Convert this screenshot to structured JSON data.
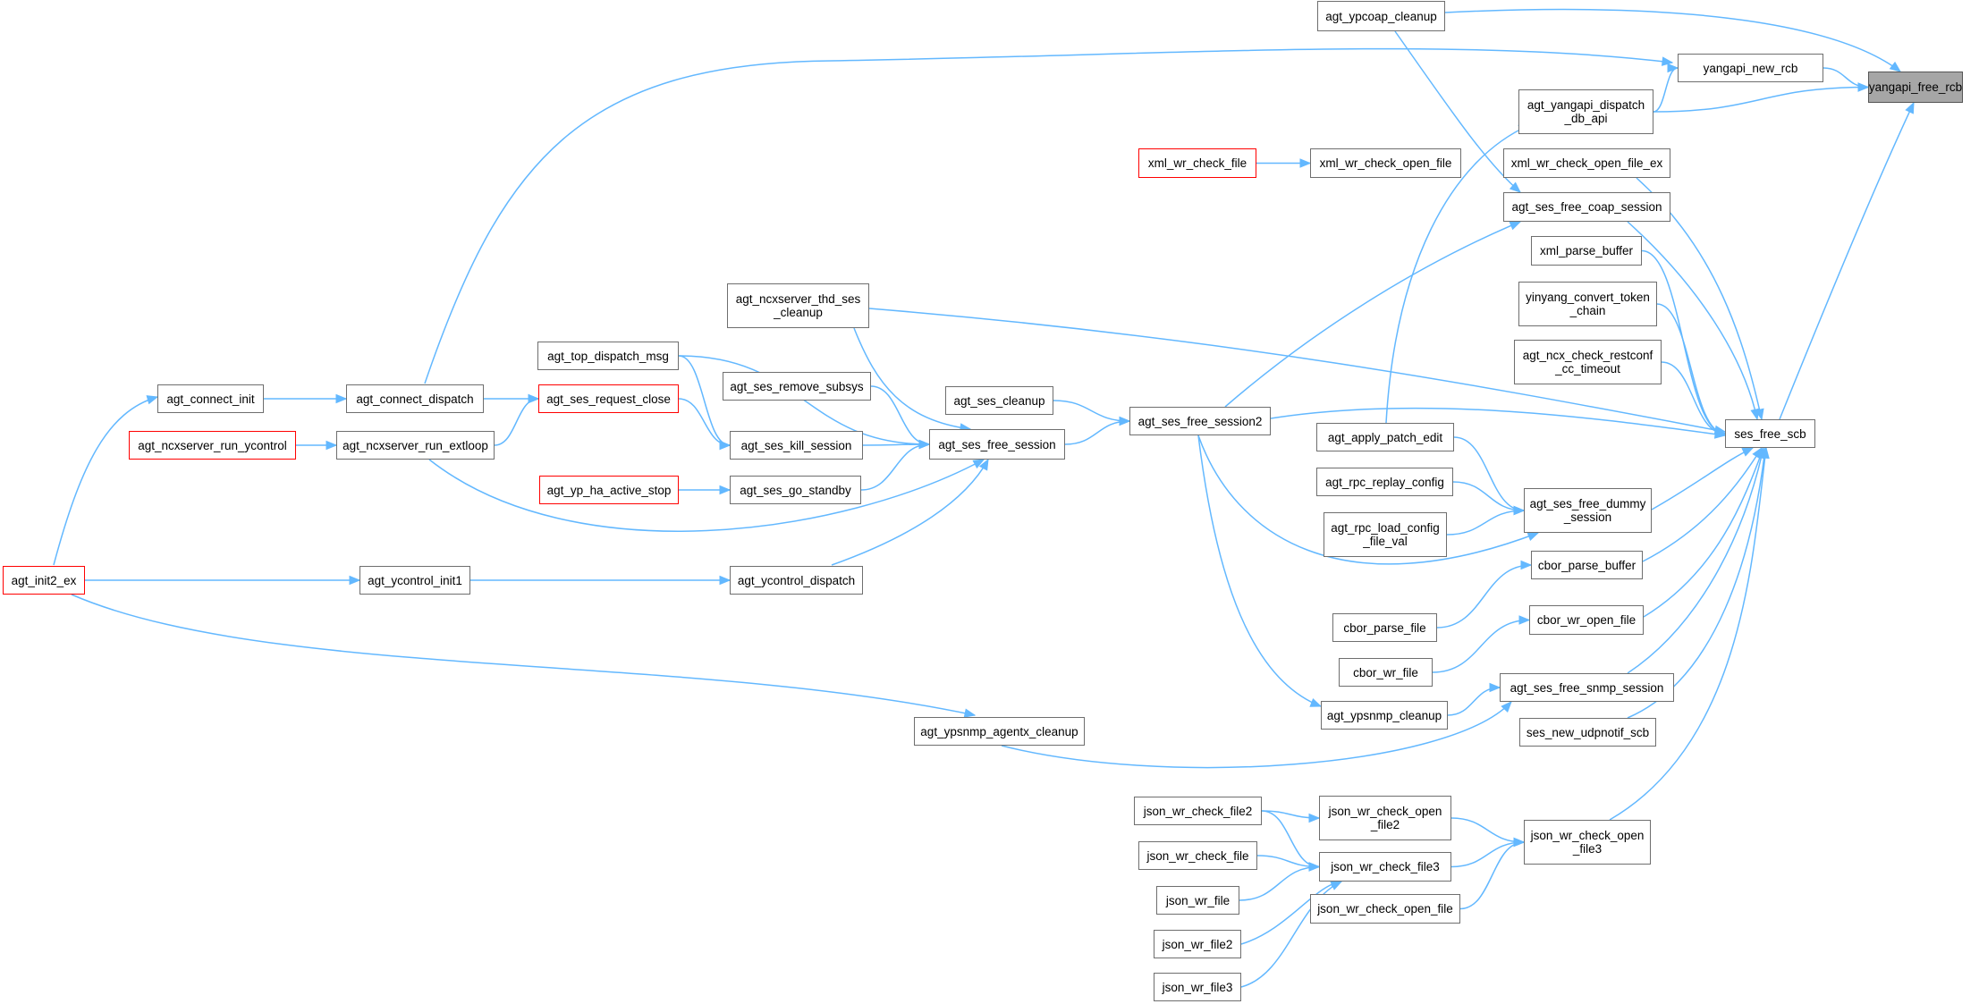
{
  "graph": {
    "colors": {
      "edge": "#63b8ff",
      "node_border": "#6e6e6e",
      "truncated_border": "#ff0000",
      "root_fill": "#a6a6a6"
    },
    "nodes": [
      {
        "id": "yangapi_free_rcb",
        "label": "yangapi_free_rcb",
        "style": "root"
      },
      {
        "id": "yangapi_new_rcb",
        "label": "yangapi_new_rcb",
        "style": "normal"
      },
      {
        "id": "agt_ypcoap_cleanup",
        "label": "agt_ypcoap_cleanup",
        "style": "normal"
      },
      {
        "id": "agt_yangapi_dispatch_db_api",
        "label": "agt_yangapi_dispatch\n_db_api",
        "style": "normal"
      },
      {
        "id": "xml_wr_check_file",
        "label": "xml_wr_check_file",
        "style": "truncated"
      },
      {
        "id": "xml_wr_check_open_file",
        "label": "xml_wr_check_open_file",
        "style": "normal"
      },
      {
        "id": "xml_wr_check_open_file_ex",
        "label": "xml_wr_check_open_file_ex",
        "style": "normal"
      },
      {
        "id": "agt_ses_free_coap_session",
        "label": "agt_ses_free_coap_session",
        "style": "normal"
      },
      {
        "id": "xml_parse_buffer",
        "label": "xml_parse_buffer",
        "style": "normal"
      },
      {
        "id": "yinyang_convert_token_chain",
        "label": "yinyang_convert_token\n_chain",
        "style": "normal"
      },
      {
        "id": "agt_ncx_check_restconf_cc_timeout",
        "label": "agt_ncx_check_restconf\n_cc_timeout",
        "style": "normal"
      },
      {
        "id": "ses_free_scb",
        "label": "ses_free_scb",
        "style": "normal"
      },
      {
        "id": "agt_ncxserver_thd_ses_cleanup",
        "label": "agt_ncxserver_thd_ses\n_cleanup",
        "style": "normal"
      },
      {
        "id": "agt_top_dispatch_msg",
        "label": "agt_top_dispatch_msg",
        "style": "normal"
      },
      {
        "id": "agt_ses_remove_subsys",
        "label": "agt_ses_remove_subsys",
        "style": "normal"
      },
      {
        "id": "agt_connect_init",
        "label": "agt_connect_init",
        "style": "normal"
      },
      {
        "id": "agt_connect_dispatch",
        "label": "agt_connect_dispatch",
        "style": "normal"
      },
      {
        "id": "agt_ses_request_close",
        "label": "agt_ses_request_close",
        "style": "truncated"
      },
      {
        "id": "agt_ses_cleanup",
        "label": "agt_ses_cleanup",
        "style": "normal"
      },
      {
        "id": "agt_ses_free_session2",
        "label": "agt_ses_free_session2",
        "style": "normal"
      },
      {
        "id": "agt_ncxserver_run_ycontrol",
        "label": "agt_ncxserver_run_ycontrol",
        "style": "truncated"
      },
      {
        "id": "agt_ncxserver_run_extloop",
        "label": "agt_ncxserver_run_extloop",
        "style": "normal"
      },
      {
        "id": "agt_ses_kill_session",
        "label": "agt_ses_kill_session",
        "style": "normal"
      },
      {
        "id": "agt_ses_free_session",
        "label": "agt_ses_free_session",
        "style": "normal"
      },
      {
        "id": "agt_apply_patch_edit",
        "label": "agt_apply_patch_edit",
        "style": "normal"
      },
      {
        "id": "agt_yp_ha_active_stop",
        "label": "agt_yp_ha_active_stop",
        "style": "truncated"
      },
      {
        "id": "agt_ses_go_standby",
        "label": "agt_ses_go_standby",
        "style": "normal"
      },
      {
        "id": "agt_rpc_replay_config",
        "label": "agt_rpc_replay_config",
        "style": "normal"
      },
      {
        "id": "agt_ses_free_dummy_session",
        "label": "agt_ses_free_dummy\n_session",
        "style": "normal"
      },
      {
        "id": "agt_rpc_load_config_file_val",
        "label": "agt_rpc_load_config\n_file_val",
        "style": "normal"
      },
      {
        "id": "agt_init2_ex",
        "label": "agt_init2_ex",
        "style": "truncated"
      },
      {
        "id": "agt_ycontrol_init1",
        "label": "agt_ycontrol_init1",
        "style": "normal"
      },
      {
        "id": "agt_ycontrol_dispatch",
        "label": "agt_ycontrol_dispatch",
        "style": "normal"
      },
      {
        "id": "cbor_parse_buffer",
        "label": "cbor_parse_buffer",
        "style": "normal"
      },
      {
        "id": "cbor_parse_file",
        "label": "cbor_parse_file",
        "style": "normal"
      },
      {
        "id": "cbor_wr_open_file",
        "label": "cbor_wr_open_file",
        "style": "normal"
      },
      {
        "id": "cbor_wr_file",
        "label": "cbor_wr_file",
        "style": "normal"
      },
      {
        "id": "agt_ses_free_snmp_session",
        "label": "agt_ses_free_snmp_session",
        "style": "normal"
      },
      {
        "id": "agt_ypsnmp_cleanup",
        "label": "agt_ypsnmp_cleanup",
        "style": "normal"
      },
      {
        "id": "agt_ypsnmp_agentx_cleanup",
        "label": "agt_ypsnmp_agentx_cleanup",
        "style": "normal"
      },
      {
        "id": "ses_new_udpnotif_scb",
        "label": "ses_new_udpnotif_scb",
        "style": "normal"
      },
      {
        "id": "json_wr_check_file2",
        "label": "json_wr_check_file2",
        "style": "normal"
      },
      {
        "id": "json_wr_check_open_file2",
        "label": "json_wr_check_open\n_file2",
        "style": "normal"
      },
      {
        "id": "json_wr_check_open_file3",
        "label": "json_wr_check_open\n_file3",
        "style": "normal"
      },
      {
        "id": "json_wr_check_file",
        "label": "json_wr_check_file",
        "style": "normal"
      },
      {
        "id": "json_wr_check_file3",
        "label": "json_wr_check_file3",
        "style": "normal"
      },
      {
        "id": "json_wr_file",
        "label": "json_wr_file",
        "style": "normal"
      },
      {
        "id": "json_wr_check_open_file",
        "label": "json_wr_check_open_file",
        "style": "normal"
      },
      {
        "id": "json_wr_file2",
        "label": "json_wr_file2",
        "style": "normal"
      },
      {
        "id": "json_wr_file3",
        "label": "json_wr_file3",
        "style": "normal"
      }
    ],
    "edges": [
      [
        "agt_ypcoap_cleanup",
        "yangapi_free_rcb"
      ],
      [
        "yangapi_new_rcb",
        "yangapi_free_rcb"
      ],
      [
        "agt_yangapi_dispatch_db_api",
        "yangapi_free_rcb"
      ],
      [
        "ses_free_scb",
        "yangapi_free_rcb"
      ],
      [
        "agt_connect_dispatch",
        "yangapi_new_rcb"
      ],
      [
        "agt_yangapi_dispatch_db_api",
        "yangapi_new_rcb"
      ],
      [
        "agt_apply_patch_edit",
        "agt_yangapi_dispatch_db_api"
      ],
      [
        "xml_wr_check_file",
        "xml_wr_check_open_file"
      ],
      [
        "agt_ypcoap_cleanup",
        "agt_ses_free_coap_session"
      ],
      [
        "agt_ses_free_session2",
        "agt_ses_free_coap_session"
      ],
      [
        "xml_wr_check_open_file_ex",
        "ses_free_scb"
      ],
      [
        "agt_ses_free_coap_session",
        "ses_free_scb"
      ],
      [
        "xml_parse_buffer",
        "ses_free_scb"
      ],
      [
        "yinyang_convert_token_chain",
        "ses_free_scb"
      ],
      [
        "agt_ncx_check_restconf_cc_timeout",
        "ses_free_scb"
      ],
      [
        "agt_ncxserver_thd_ses_cleanup",
        "ses_free_scb"
      ],
      [
        "agt_ses_free_session2",
        "ses_free_scb"
      ],
      [
        "agt_ses_free_dummy_session",
        "ses_free_scb"
      ],
      [
        "cbor_parse_buffer",
        "ses_free_scb"
      ],
      [
        "cbor_wr_open_file",
        "ses_free_scb"
      ],
      [
        "agt_ses_free_snmp_session",
        "ses_free_scb"
      ],
      [
        "ses_new_udpnotif_scb",
        "ses_free_scb"
      ],
      [
        "json_wr_check_open_file3",
        "ses_free_scb"
      ],
      [
        "agt_connect_init",
        "agt_connect_dispatch"
      ],
      [
        "agt_init2_ex",
        "agt_connect_init"
      ],
      [
        "agt_connect_dispatch",
        "agt_ses_request_close"
      ],
      [
        "agt_ncxserver_run_extloop",
        "agt_ses_request_close"
      ],
      [
        "agt_ncxserver_run_ycontrol",
        "agt_ncxserver_run_extloop"
      ],
      [
        "agt_ses_request_close",
        "agt_ses_kill_session"
      ],
      [
        "agt_top_dispatch_msg",
        "agt_ses_kill_session"
      ],
      [
        "agt_ncxserver_thd_ses_cleanup",
        "agt_ses_free_session"
      ],
      [
        "agt_top_dispatch_msg",
        "agt_ses_free_session"
      ],
      [
        "agt_ses_remove_subsys",
        "agt_ses_free_session"
      ],
      [
        "agt_ses_kill_session",
        "agt_ses_free_session"
      ],
      [
        "agt_ncxserver_run_extloop",
        "agt_ses_free_session"
      ],
      [
        "agt_ses_go_standby",
        "agt_ses_free_session"
      ],
      [
        "agt_ycontrol_dispatch",
        "agt_ses_free_session"
      ],
      [
        "agt_yp_ha_active_stop",
        "agt_ses_go_standby"
      ],
      [
        "agt_ses_cleanup",
        "agt_ses_free_session2"
      ],
      [
        "agt_ses_free_session",
        "agt_ses_free_session2"
      ],
      [
        "agt_apply_patch_edit",
        "agt_ses_free_dummy_session"
      ],
      [
        "agt_rpc_replay_config",
        "agt_ses_free_dummy_session"
      ],
      [
        "agt_rpc_load_config_file_val",
        "agt_ses_free_dummy_session"
      ],
      [
        "agt_ses_free_session2",
        "agt_ses_free_dummy_session"
      ],
      [
        "agt_init2_ex",
        "agt_ycontrol_init1"
      ],
      [
        "agt_ycontrol_init1",
        "agt_ycontrol_dispatch"
      ],
      [
        "agt_init2_ex",
        "agt_ypsnmp_agentx_cleanup"
      ],
      [
        "cbor_parse_file",
        "cbor_parse_buffer"
      ],
      [
        "cbor_wr_file",
        "cbor_wr_open_file"
      ],
      [
        "agt_ypsnmp_cleanup",
        "agt_ses_free_snmp_session"
      ],
      [
        "agt_ypsnmp_agentx_cleanup",
        "agt_ses_free_snmp_session"
      ],
      [
        "agt_ses_free_session2",
        "agt_ypsnmp_cleanup"
      ],
      [
        "json_wr_check_file2",
        "json_wr_check_open_file2"
      ],
      [
        "json_wr_check_file2",
        "json_wr_check_file3"
      ],
      [
        "json_wr_check_file",
        "json_wr_check_file3"
      ],
      [
        "json_wr_file",
        "json_wr_check_file3"
      ],
      [
        "json_wr_file2",
        "json_wr_check_file3"
      ],
      [
        "json_wr_file3",
        "json_wr_check_file3"
      ],
      [
        "json_wr_check_open_file2",
        "json_wr_check_open_file3"
      ],
      [
        "json_wr_check_file3",
        "json_wr_check_open_file3"
      ],
      [
        "json_wr_check_open_file",
        "json_wr_check_open_file3"
      ]
    ]
  }
}
